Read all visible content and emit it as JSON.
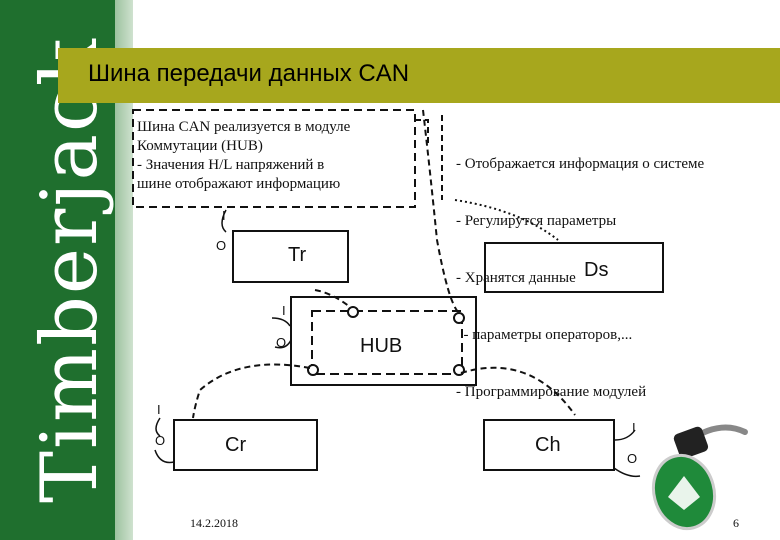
{
  "brand": "Timberjack",
  "title": "Шина передачи данных CAN",
  "note_left": [
    "Шина CAN реализуется в модуле",
    "Коммутации (HUB)",
    "- Значения H/L напряжений в",
    "шине отображают информацию"
  ],
  "note_right": [
    "- Отображается информация о системе",
    "- Регулирутся параметры",
    "- Хранятся данные",
    "  - параметры операторов,...",
    "- Программирование модулей"
  ],
  "nodes": {
    "tr": "Tr",
    "ds": "Ds",
    "hub": "HUB",
    "cr": "Cr",
    "ch": "Ch"
  },
  "io": {
    "input": "I",
    "output": "O"
  },
  "footer": {
    "date": "14.2.2018",
    "page": "6"
  },
  "colors": {
    "sidebar": "#1f6f2e",
    "title_bar": "#a7a71d"
  }
}
